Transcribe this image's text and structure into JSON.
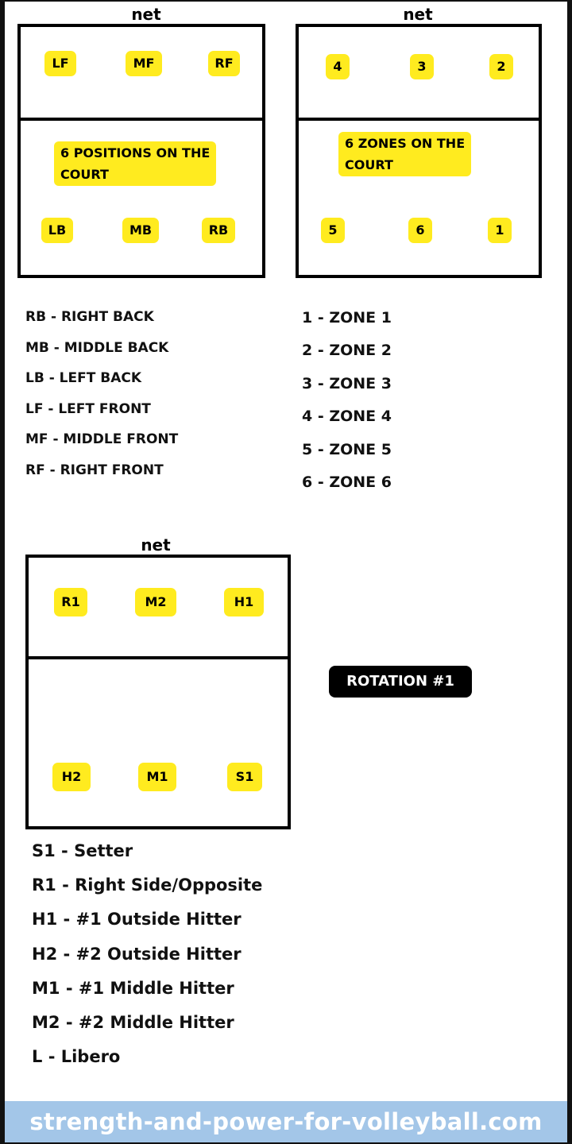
{
  "net_label": "net",
  "positions_court": {
    "front": [
      "LF",
      "MF",
      "RF"
    ],
    "back": [
      "LB",
      "MB",
      "RB"
    ],
    "note_line1": "6 POSITIONS ON THE",
    "note_line2": "COURT"
  },
  "zones_court": {
    "front": [
      "4",
      "3",
      "2"
    ],
    "back": [
      "5",
      "6",
      "1"
    ],
    "note_line1": "6 ZONES ON THE",
    "note_line2": "COURT"
  },
  "positions_legend": [
    "RB - RIGHT BACK",
    "MB - MIDDLE BACK",
    "LB - LEFT BACK",
    "LF - LEFT FRONT",
    "MF - MIDDLE FRONT",
    "RF - RIGHT FRONT"
  ],
  "zones_legend": [
    "1 - ZONE 1",
    "2 - ZONE 2",
    "3 - ZONE 3",
    "4 - ZONE 4",
    "5 - ZONE 5",
    "6 - ZONE 6"
  ],
  "rotation_court": {
    "front": [
      "R1",
      "M2",
      "H1"
    ],
    "back": [
      "H2",
      "M1",
      "S1"
    ]
  },
  "rotation_label": "ROTATION #1",
  "players_legend": [
    "S1 - Setter",
    "R1 - Right Side/Opposite",
    "H1 - #1 Outside Hitter",
    "H2 - #2 Outside Hitter",
    "M1 - #1 Middle Hitter",
    "M2 - #2 Middle Hitter",
    "L - Libero"
  ],
  "footer": "strength-and-power-for-volleyball.com",
  "colors": {
    "highlight": "#ffeb1f",
    "footer_band": "#a3c6e8"
  }
}
